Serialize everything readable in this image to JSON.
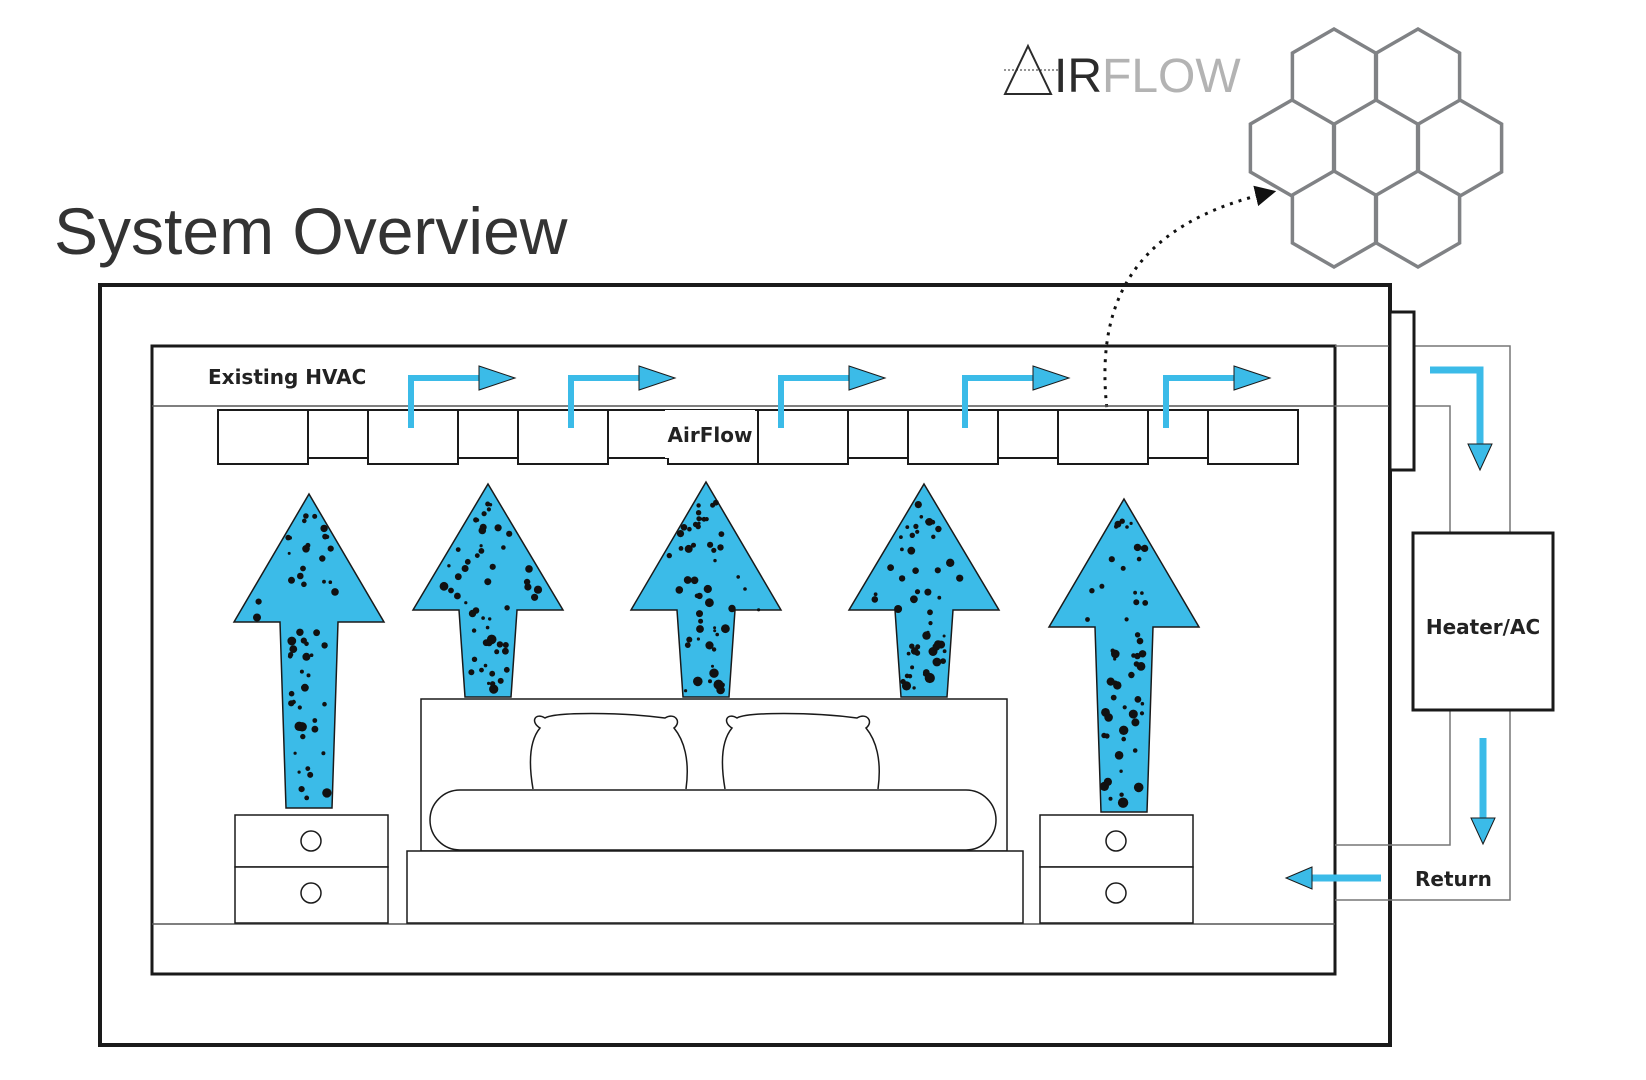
{
  "title": "System Overview",
  "logo": {
    "part1": "IR",
    "part2": "FLOW",
    "mark": "triangle-a-mark"
  },
  "labels": {
    "existing_hvac": "Existing HVAC",
    "airflow": "AirFlow",
    "heater_ac": "Heater/AC",
    "return": "Return"
  },
  "colors": {
    "air_blue": "#3bbbe8",
    "outline": "#1a1a1a",
    "hex_stroke": "#808285",
    "logo_light": "#b3b3b3",
    "logo_dark": "#2b2b2b"
  }
}
